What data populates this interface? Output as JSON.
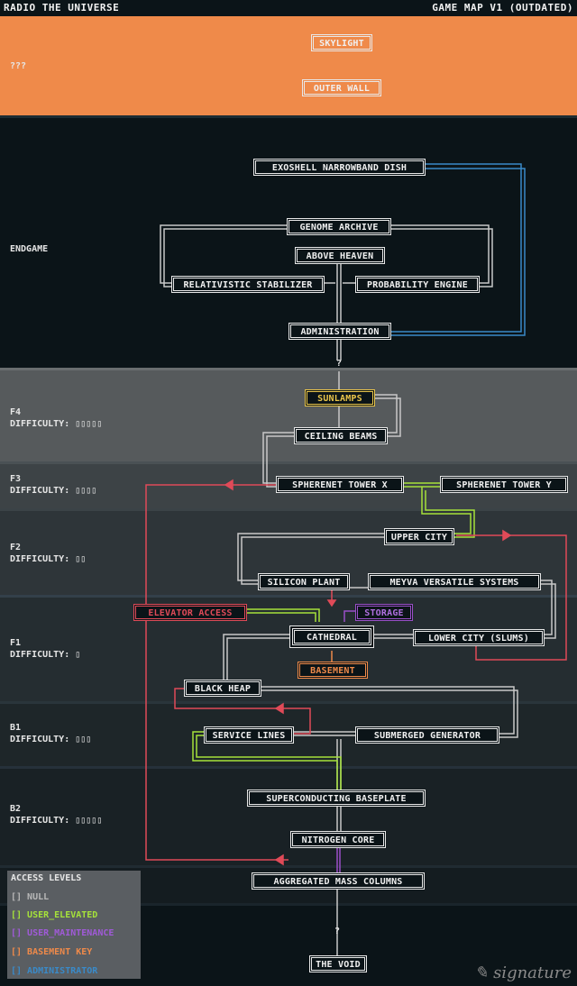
{
  "header": {
    "left_title": "RADIO THE UNIVERSE",
    "right_title": "GAME MAP V1 (OUTDATED)"
  },
  "zones": {
    "unknown": "???",
    "endgame": "ENDGAME",
    "f4": {
      "name": "F4",
      "difficulty": "DIFFICULTY: ▯▯▯▯▯"
    },
    "f3": {
      "name": "F3",
      "difficulty": "DIFFICULTY: ▯▯▯▯"
    },
    "f2": {
      "name": "F2",
      "difficulty": "DIFFICULTY: ▯▯"
    },
    "f1": {
      "name": "F1",
      "difficulty": "DIFFICULTY: ▯"
    },
    "b1": {
      "name": "B1",
      "difficulty": "DIFFICULTY: ▯▯▯"
    },
    "b2": {
      "name": "B2",
      "difficulty": "DIFFICULTY: ▯▯▯▯▯"
    }
  },
  "nodes": {
    "skylight": "SKYLIGHT",
    "outer_wall": "OUTER WALL",
    "exoshell": "EXOSHELL NARROWBAND DISH",
    "genome": "GENOME ARCHIVE",
    "above_heaven": "ABOVE HEAVEN",
    "relativistic": "RELATIVISTIC STABILIZER",
    "probability": "PROBABILITY ENGINE",
    "administration": "ADMINISTRATION",
    "sunlamps": "SUNLAMPS",
    "ceiling_beams": "CEILING BEAMS",
    "tower_x": "SPHERENET TOWER X",
    "tower_y": "SPHERENET TOWER Y",
    "upper_city": "UPPER CITY",
    "silicon_plant": "SILICON PLANT",
    "meyva": "MEYVA VERSATILE SYSTEMS",
    "elevator": "ELEVATOR ACCESS",
    "storage": "STORAGE",
    "cathedral": "CATHEDRAL",
    "lower_city": "LOWER CITY (SLUMS)",
    "basement": "BASEMENT",
    "black_heap": "BLACK HEAP",
    "service_lines": "SERVICE LINES",
    "submerged": "SUBMERGED GENERATOR",
    "baseplate": "SUPERCONDUCTING BASEPLATE",
    "nitrogen": "NITROGEN CORE",
    "aggregated": "AGGREGATED MASS COLUMNS",
    "void": "THE VOID"
  },
  "unknown_links": [
    "?",
    "?"
  ],
  "legend": {
    "title": "ACCESS LEVELS",
    "items": [
      {
        "label": "[] NULL",
        "color": "#b8b8b8"
      },
      {
        "label": "[] USER_ELEVATED",
        "color": "#a6e23a"
      },
      {
        "label": "[] USER_MAINTENANCE",
        "color": "#a05ad8"
      },
      {
        "label": "[] BASEMENT KEY",
        "color": "#ef8a4a"
      },
      {
        "label": "[] ADMINISTRATOR",
        "color": "#3a8ac8"
      }
    ]
  },
  "colors": {
    "top_band": "#ef8a4a",
    "endgame_band": "#0b1418",
    "f4_band": "#565a5c",
    "null_line": "#c8c8c8",
    "elevated_line": "#a6e23a",
    "red_line": "#e04a58",
    "admin_line": "#3a8ac8",
    "maintenance_line": "#9a4fc8"
  }
}
